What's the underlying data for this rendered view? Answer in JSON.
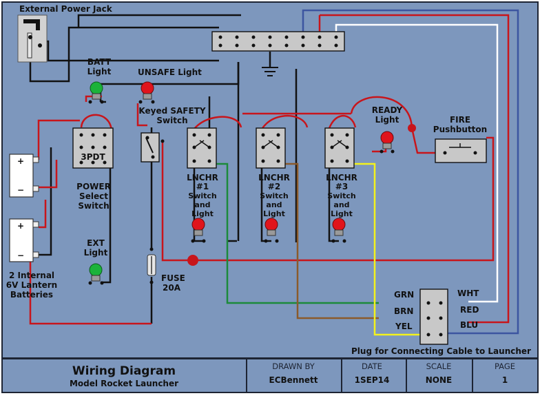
{
  "labels": {
    "external_power_jack": "External Power Jack",
    "batt_light": [
      "BATT",
      "Light"
    ],
    "unsafe_light": "UNSAFE Light",
    "keyed_safety_switch": [
      "Keyed SAFETY",
      "Switch"
    ],
    "ready_light": [
      "READY",
      "Light"
    ],
    "fire_pushbutton": [
      "FIRE",
      "Pushbutton"
    ],
    "power_select_switch": [
      "POWER",
      "Select",
      "Switch"
    ],
    "switch_3pdt": "3PDT",
    "lnchr1": [
      "LNCHR",
      "#1",
      "Switch",
      "and",
      "Light"
    ],
    "lnchr2": [
      "LNCHR",
      "#2",
      "Switch",
      "and",
      "Light"
    ],
    "lnchr3": [
      "LNCHR",
      "#3",
      "Switch",
      "and",
      "Light"
    ],
    "ext_light": [
      "EXT",
      "Light"
    ],
    "fuse": [
      "FUSE",
      "20A"
    ],
    "batteries": [
      "2 Internal",
      "6V Lantern",
      "Batteries"
    ],
    "plug": "Plug for Connecting Cable to Launcher",
    "wire_colors": [
      "GRN",
      "BRN",
      "YEL",
      "WHT",
      "RED",
      "BLU"
    ],
    "battery_plus": "+",
    "battery_minus": "−"
  },
  "title_block": {
    "title": "Wiring Diagram",
    "subtitle": "Model Rocket Launcher",
    "drawn_by_label": "DRAWN BY",
    "drawn_by": "ECBennett",
    "date_label": "DATE",
    "date": "1SEP14",
    "scale_label": "SCALE",
    "scale": "NONE",
    "page_label": "PAGE",
    "page": "1"
  },
  "colors": {
    "background": "#7d97bd",
    "wire_black": "#111111",
    "wire_red": "#c8151b",
    "wire_white": "#ffffff",
    "wire_blue": "#3c55a0",
    "wire_green": "#1c8a3a",
    "wire_brown": "#8b5a2b",
    "wire_yellow": "#f4f21c",
    "lamp_green": "#1bb33a",
    "lamp_red": "#e0141c"
  }
}
